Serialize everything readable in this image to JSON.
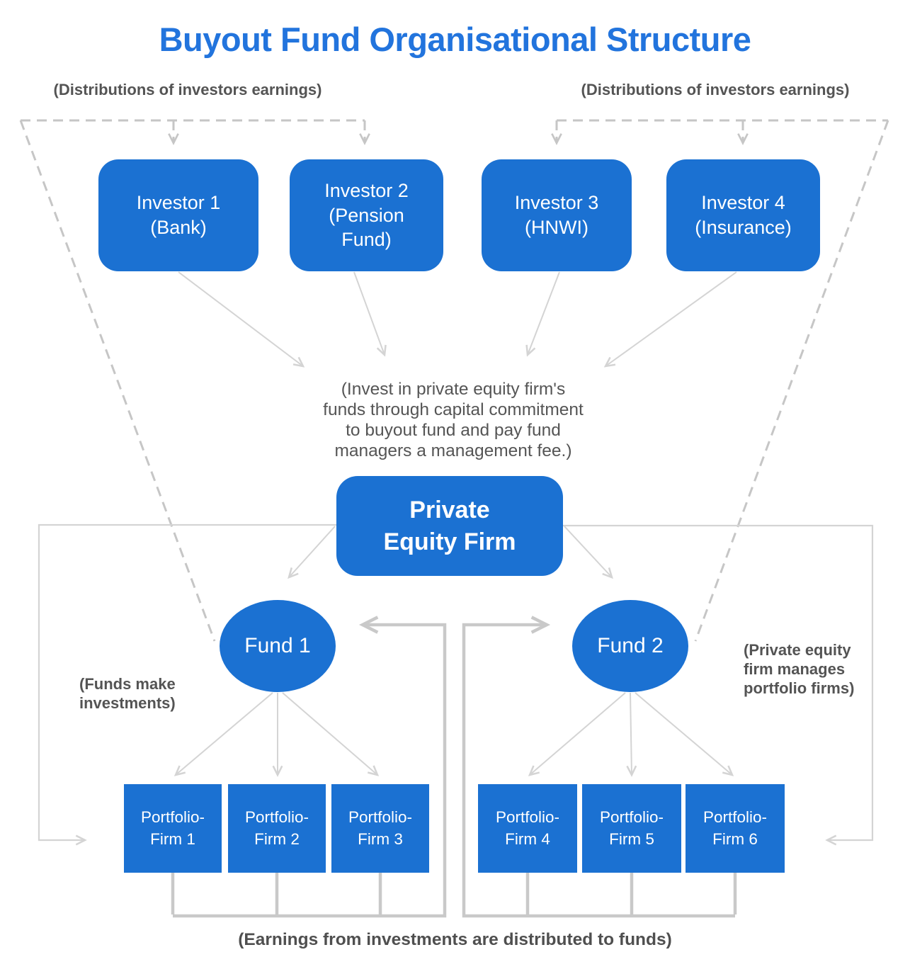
{
  "title": "Buyout Fund Organisational Structure",
  "colors": {
    "node_blue": "#1b71d2",
    "title_blue": "#2274dd",
    "connector_gray": "#c9c9c9",
    "dashed_gray": "#c6c6c6",
    "note_gray": "#545454"
  },
  "annotations": {
    "distributions_left": "(Distributions of investors earnings)",
    "distributions_right": "(Distributions of investors earnings)",
    "invest_note": "(Invest in private equity firm's\nfunds through capital commitment\nto buyout fund and pay fund\nmanagers a management fee.)",
    "funds_make": "(Funds make\ninvestments)",
    "pe_manages": "(Private equity\nfirm manages\nportfolio firms)",
    "earnings": "(Earnings from investments are distributed to funds)"
  },
  "nodes": {
    "investors": [
      {
        "label": "Investor 1\n(Bank)"
      },
      {
        "label": "Investor 2\n(Pension\nFund)"
      },
      {
        "label": "Investor 3\n(HNWI)"
      },
      {
        "label": "Investor 4\n(Insurance)"
      }
    ],
    "private_equity_firm": {
      "label": "Private\nEquity Firm"
    },
    "funds": [
      {
        "label": "Fund 1"
      },
      {
        "label": "Fund 2"
      }
    ],
    "portfolio_firms": [
      {
        "label": "Portfolio-\nFirm 1"
      },
      {
        "label": "Portfolio-\nFirm 2"
      },
      {
        "label": "Portfolio-\nFirm 3"
      },
      {
        "label": "Portfolio-\nFirm 4"
      },
      {
        "label": "Portfolio-\nFirm 5"
      },
      {
        "label": "Portfolio-\nFirm 6"
      }
    ]
  }
}
